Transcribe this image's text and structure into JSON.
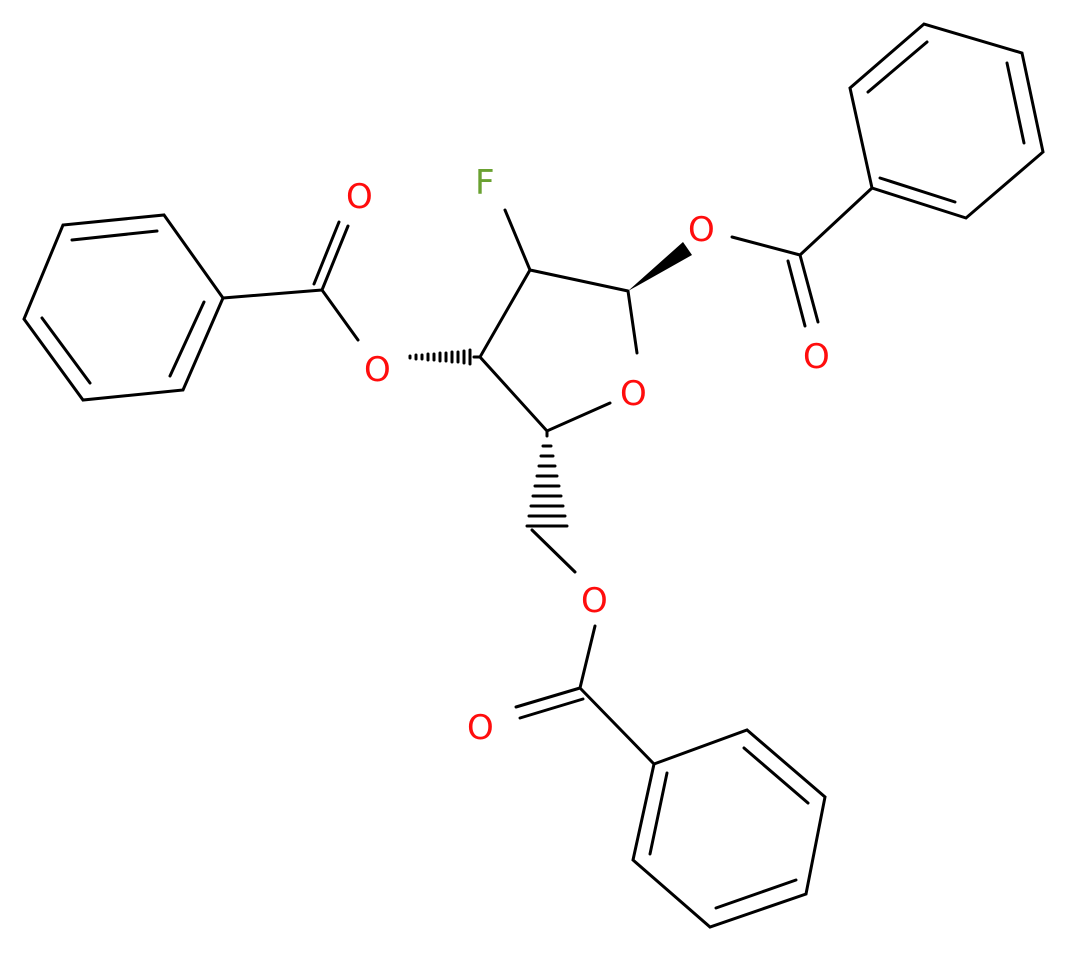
{
  "colors": {
    "bond": "#000000",
    "oxygen": "#ff0d0d",
    "fluorine": "#6aa131",
    "background": "#ffffff"
  },
  "labels": {
    "fluorine": "F",
    "ring_oxygen": "O",
    "o1_ester": "O",
    "o1_carbonyl": "O",
    "o3_ester": "O",
    "o3_carbonyl": "O",
    "o5_ester": "O",
    "o5_carbonyl": "O"
  }
}
